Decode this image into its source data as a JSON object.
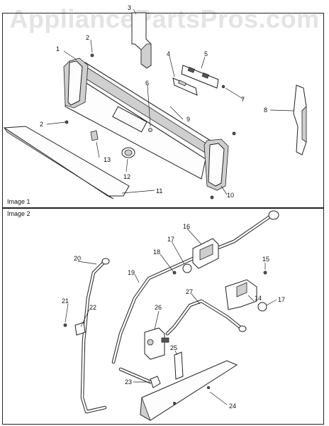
{
  "watermark": "AppliancePartsPros.com",
  "panels": [
    {
      "label": "Image 1"
    },
    {
      "label": "Image 2"
    }
  ],
  "callouts": [
    "1",
    "2",
    "2",
    "3",
    "4",
    "5",
    "6",
    "7",
    "8",
    "9",
    "10",
    "11",
    "12",
    "13",
    "14",
    "15",
    "16",
    "17",
    "17",
    "18",
    "19",
    "20",
    "21",
    "22",
    "23",
    "24",
    "25",
    "26",
    "27"
  ]
}
